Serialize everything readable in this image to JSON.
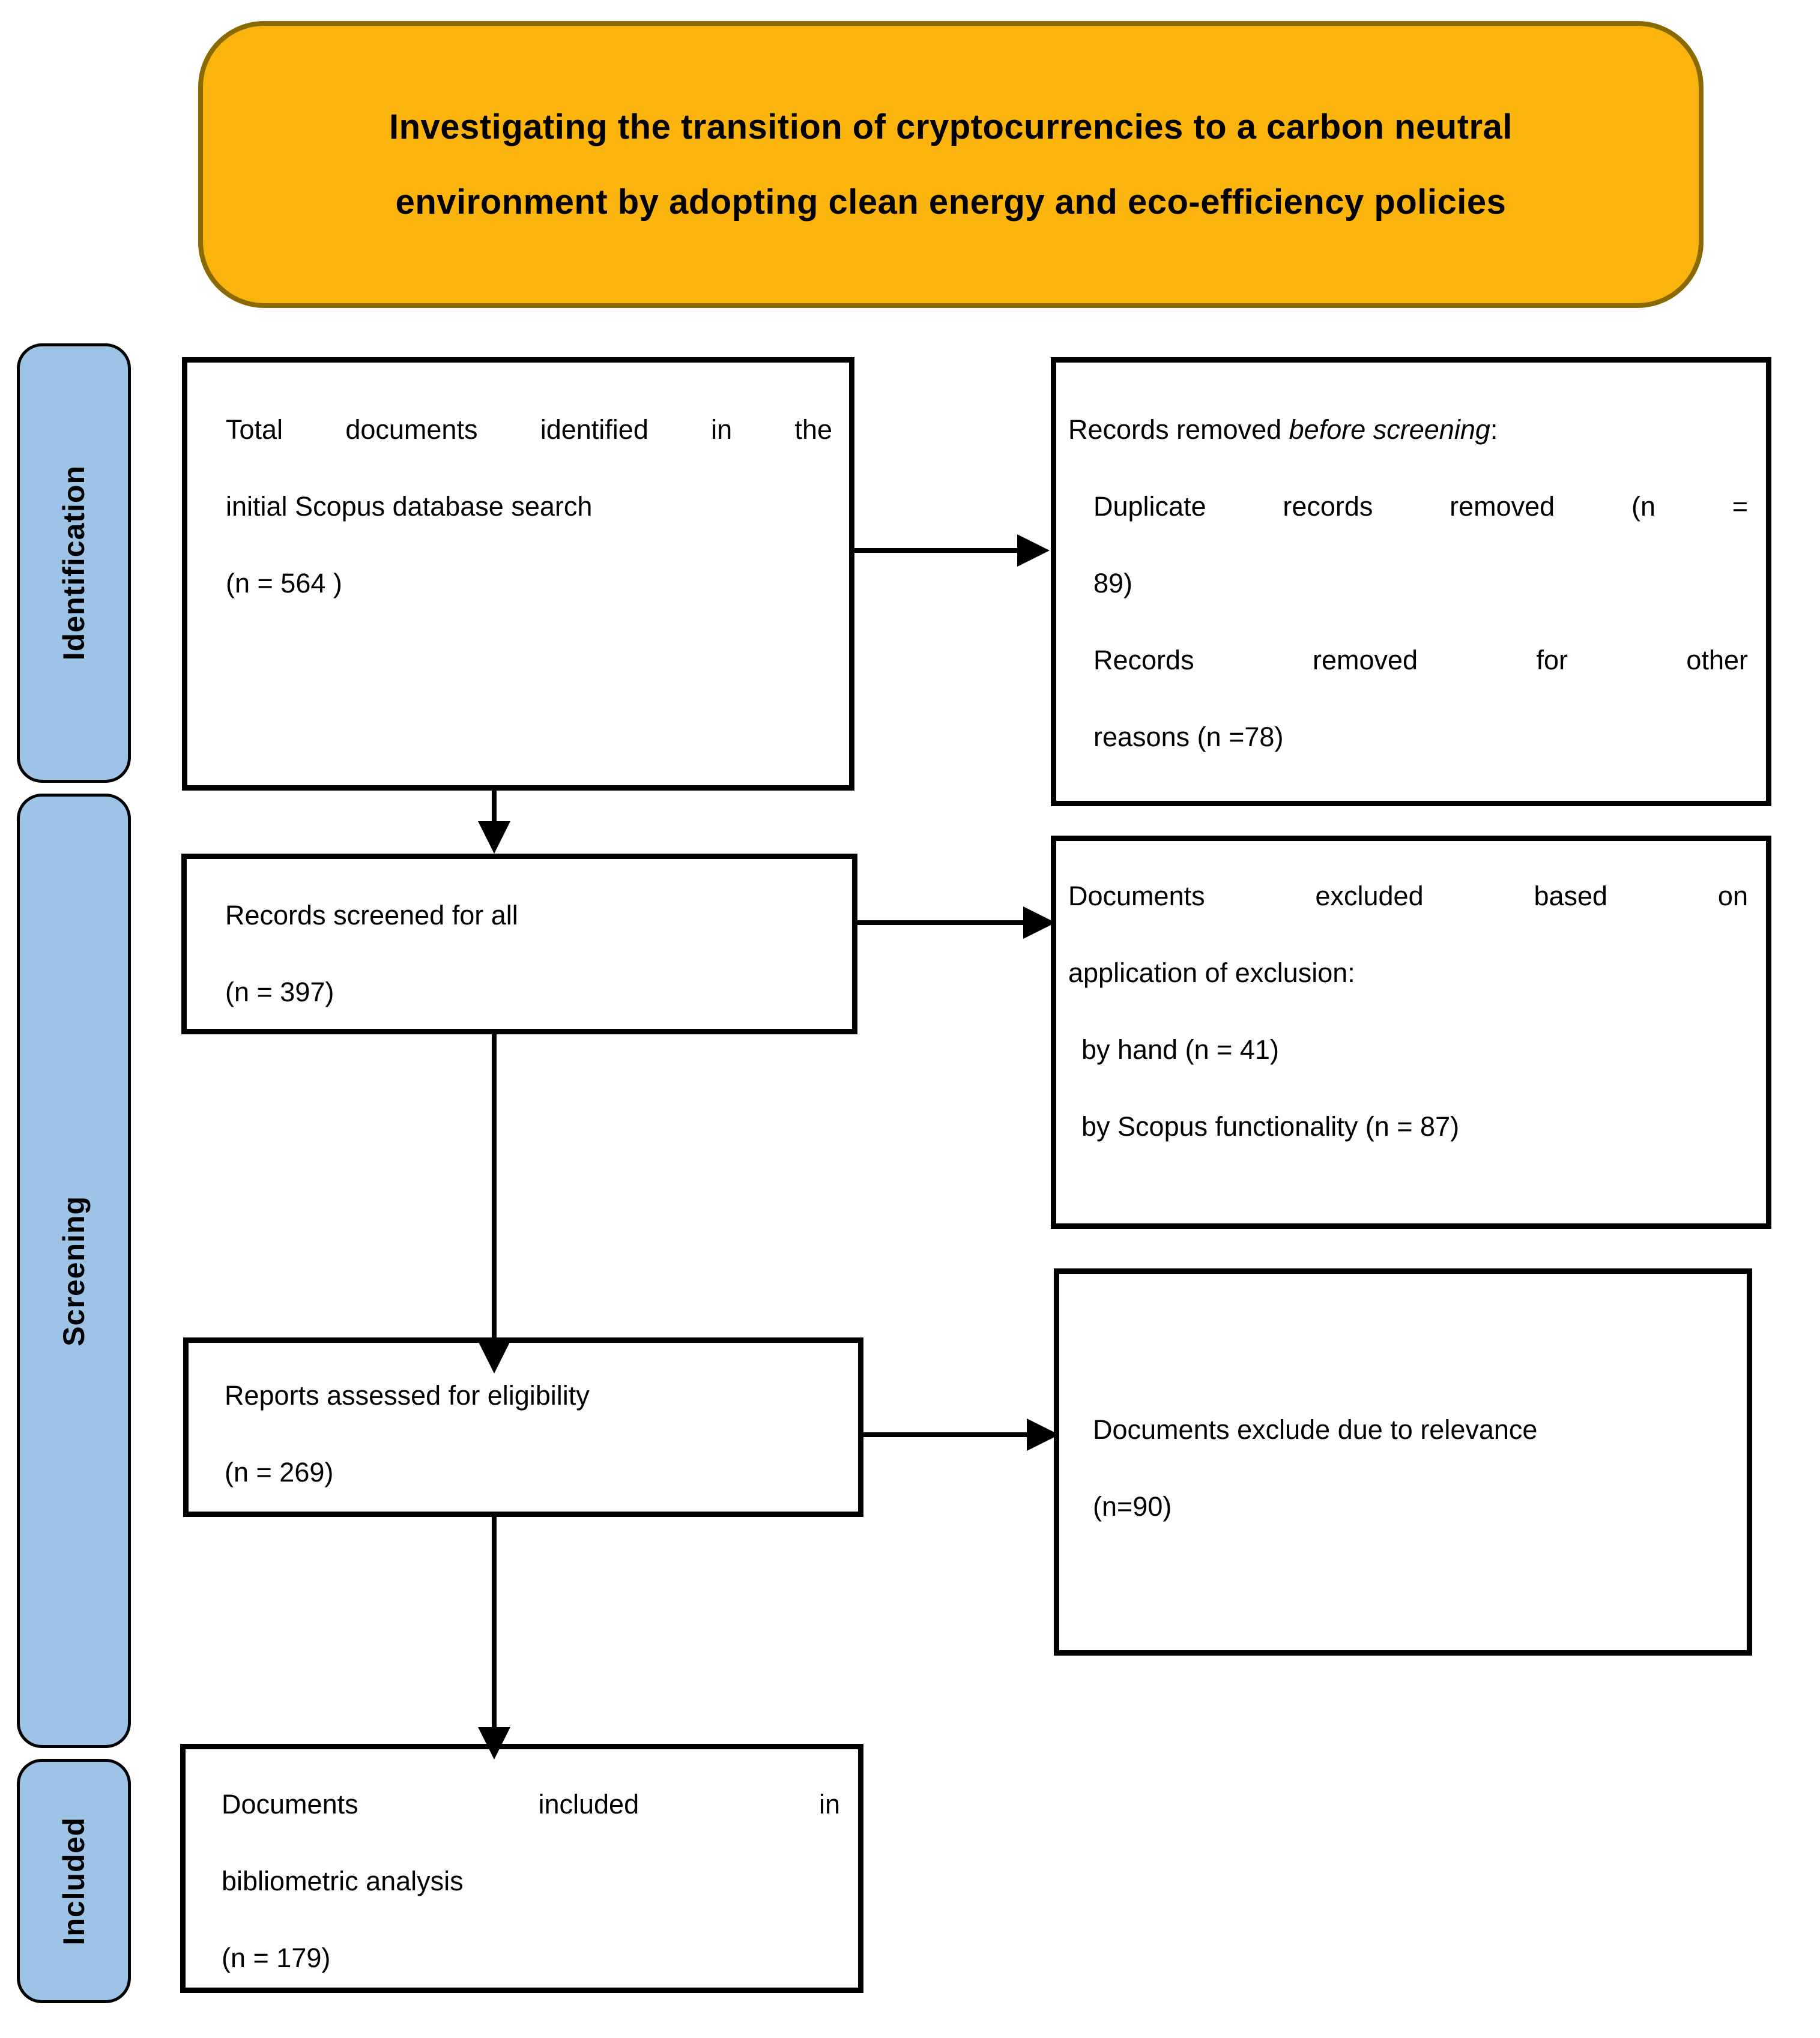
{
  "title": {
    "line1": "Investigating the transition of cryptocurrencies to a carbon neutral",
    "line2": "environment by adopting clean energy and eco-efficiency policies"
  },
  "stages": {
    "identification": "Identification",
    "screening": "Screening",
    "included": "Included"
  },
  "boxes": {
    "identified": {
      "line1": "Total documents identified in the",
      "line2": "initial Scopus database search",
      "line3": "(n = 564 )"
    },
    "removed_before": {
      "intro_prefix": "Records removed ",
      "intro_italic": "before screening",
      "intro_suffix": ":",
      "item1_line1": "Duplicate records removed (n =",
      "item1_line2": "89)",
      "item2_line1": "Records removed for other",
      "item2_line2": "reasons (n =78)"
    },
    "screened": {
      "line1": "Records screened for all",
      "line2": "(n = 397)"
    },
    "excluded_application": {
      "line1": "Documents excluded based on",
      "line2": "application of exclusion:",
      "line3": "by hand (n = 41)",
      "line4": "by Scopus functionality (n = 87)"
    },
    "assessed": {
      "line1": "Reports assessed for eligibility",
      "line2": "(n = 269)"
    },
    "excluded_relevance": {
      "line1": "Documents exclude due to relevance",
      "line2": "(n=90)"
    },
    "included_box": {
      "line1": "Documents included in",
      "line2": "bibliometric analysis",
      "line3": "(n = 179)"
    }
  },
  "colors": {
    "title_fill": "#FBB40E",
    "title_border": "#8A6A00",
    "stage_fill": "#9DC3E6",
    "box_border": "#000000",
    "background": "#FFFFFF"
  }
}
